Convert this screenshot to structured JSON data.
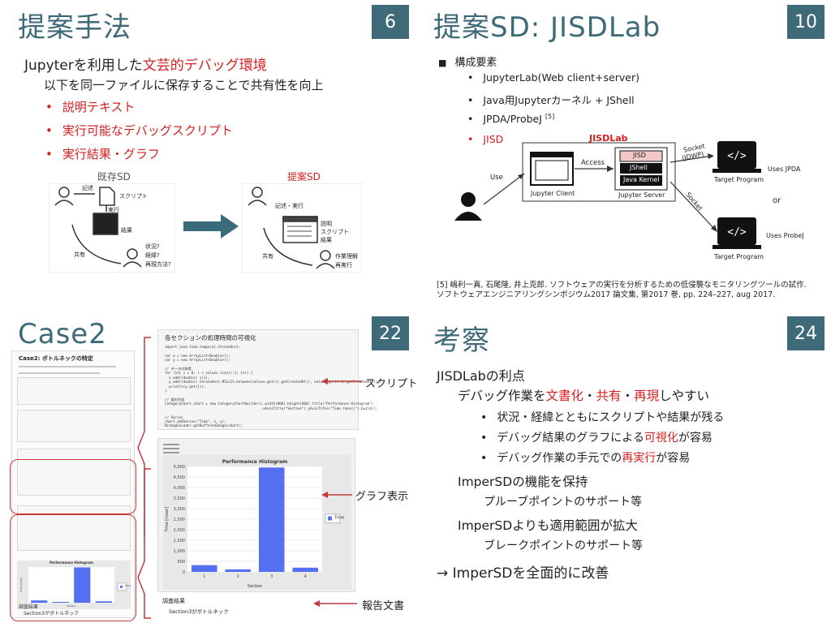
{
  "slides": [
    {
      "title": "提案手法",
      "page": "6",
      "lead_prefix": "Jupyterを利用した",
      "lead_highlight": "文芸的デバッグ環境",
      "sub": "以下を同一ファイルに保存することで共有性を向上",
      "bullets": [
        "説明テキスト",
        "実行可能なデバッグスクリプト",
        "実行結果・グラフ"
      ],
      "diagram": {
        "left_title": "既存SD",
        "right_title": "提案SD",
        "left_labels": {
          "record": "記述",
          "script": "スクリプト",
          "run": "実行",
          "result": "結果",
          "share": "共有",
          "questions": [
            "状況?",
            "経緯?",
            "再現方法?"
          ]
        },
        "right_labels": {
          "record_run": "記述・実行",
          "doc": [
            "説明",
            "スクリプト",
            "結果"
          ],
          "share": "共有",
          "understand": [
            "作業理解",
            "再実行"
          ]
        }
      }
    },
    {
      "title": "提案SD: JISDLab",
      "page": "10",
      "section": "構成要素",
      "bullets": [
        {
          "text": "JupyterLab(Web client+server)",
          "ref": ""
        },
        {
          "text": "Java用Jupyterカーネル + JShell",
          "ref": ""
        },
        {
          "text": "JPDA/ProbeJ",
          "ref": "[5]"
        },
        {
          "text": "JISD",
          "ref": ""
        }
      ],
      "diagram": {
        "header": "JISDLab",
        "use": "Use",
        "access": "Access",
        "client": "Jupyter Client",
        "server": "Jupyter Server",
        "stack": [
          "JISD",
          "JShell",
          "Java Kernel"
        ],
        "socket_top": "Socket",
        "socket_top_sub": "(JDWP)",
        "socket_bottom": "Socket",
        "uses_jpda": "Uses JPDA",
        "or": "or",
        "uses_probej": "Uses ProbeJ",
        "target1": "Target Program",
        "target2": "Target Program"
      },
      "reference": "[5] 嶋利一真, 石尾隆, 井上克郎. ソフトウェアの実行を分析するための低侵襲なモニタリングツールの試作. ソフトウェアエンジニアリングシンポジウム2017 論文集, 第2017 巻, pp. 224–227, aug 2017."
    },
    {
      "title": "Case2",
      "page": "22",
      "doc_title": "Case2: ボトルネックの特定",
      "code_title": "各セクションの処理時間の可視化",
      "chart_title": "Performance Histogram",
      "chart_legend": "Time",
      "chart_xlabel": "Section",
      "chart_ylabel": "Time [msec]",
      "callouts": {
        "script": "スクリプト",
        "graph": "グラフ表示",
        "report": "報告文書"
      },
      "report_heading": "調査結果",
      "report_item": "Section3がボトルネック",
      "mini_heading": "調査結果",
      "mini_item": "Section3がボトルネック",
      "code_lines": [
        "import java.time.temporal.ChronoUnit;",
        "",
        "var a = new ArrayList<Double>();",
        "var y = new ArrayList<Double>();",
        "",
        "// データの取得",
        "for (int i = 0; i < values.size()-1; i++) {",
        "  x.add((double) i+1);",
        "  y.add((double) ChronoUnit.MILLIS.between(values.get(i).getCreatedAt(), values.get(i+1).getCreatedAt()));",
        "  println(y.get(i));",
        "}",
        "",
        "// 図の作成",
        "CategoryChart chart = new CategoryChartBuilder().width(800).height(600).title(\"Performance Histogram\")",
        "                                               .xAxisTitle(\"Section\").yAxisTitle(\"Time [msec]\").build();",
        "",
        "// Series",
        "chart.addSeries(\"Time\", x, y);",
        "BitmapEncoder.getBufferedImage(chart);"
      ]
    },
    {
      "title": "考察",
      "page": "24",
      "h1": "JISDLabの利点",
      "h1_sub": {
        "pre": "デバッグ作業を",
        "r1": "文書化",
        "m1": "・",
        "r2": "共有",
        "m2": "・",
        "r3": "再現",
        "post": "しやすい"
      },
      "points": [
        {
          "pre": "状況・経緯とともにスクリプトや結果が残る",
          "hl": "",
          "post": ""
        },
        {
          "pre": "デバッグ結果のグラフによる",
          "hl": "可視化",
          "post": "が容易"
        },
        {
          "pre": "デバッグ作業の手元での",
          "hl": "再実行",
          "post": "が容易"
        }
      ],
      "h2": "ImperSDの機能を保持",
      "h2_sub": "プルーブポイントのサポート等",
      "h3": "ImperSDよりも適用範囲が拡大",
      "h3_sub": "ブレークポイントのサポート等",
      "conclusion": "→ ImperSDを全面的に改善"
    }
  ],
  "chart_data": {
    "type": "bar",
    "title": "Performance Histogram",
    "categories": [
      "1",
      "2",
      "3",
      "4"
    ],
    "series": [
      {
        "name": "Time",
        "values": [
          320,
          120,
          4950,
          200
        ]
      }
    ],
    "xlabel": "Section",
    "ylabel": "Time [msec]",
    "ylim": [
      0,
      5000
    ],
    "yticks": [
      0,
      500,
      1000,
      1500,
      2000,
      2500,
      3000,
      3500,
      4000,
      4500,
      5000
    ],
    "color": "#5470f0",
    "legend": "right"
  }
}
